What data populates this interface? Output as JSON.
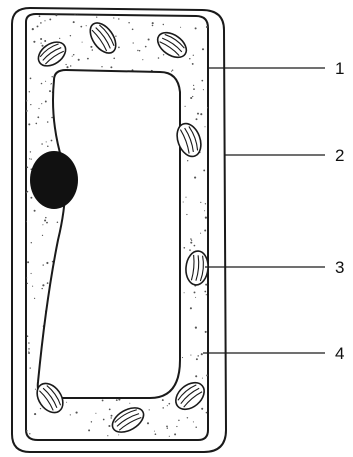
{
  "diagram": {
    "colors": {
      "outline": "#1a1a1a",
      "nucleus": "#111111",
      "background": "#ffffff",
      "stipple": "#555555"
    },
    "callouts": [
      {
        "label": "1"
      },
      {
        "label": "2"
      },
      {
        "label": "3"
      },
      {
        "label": "4"
      }
    ]
  }
}
